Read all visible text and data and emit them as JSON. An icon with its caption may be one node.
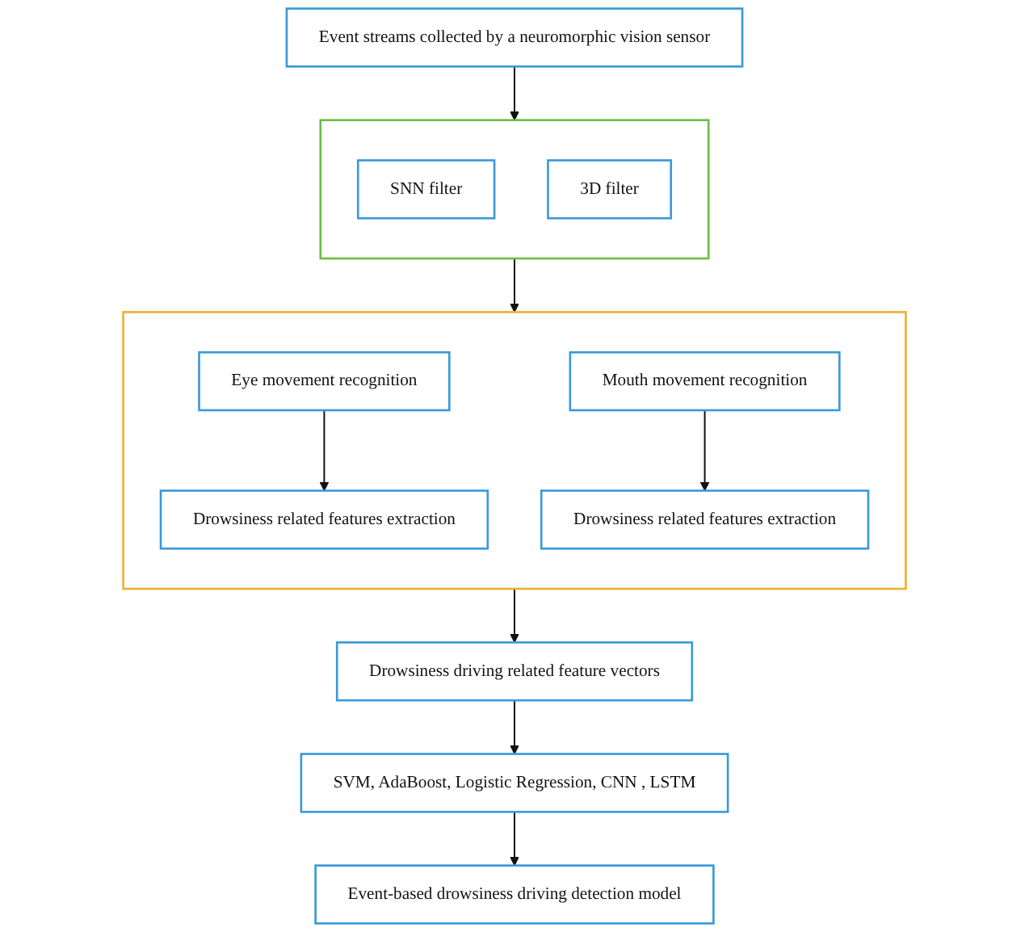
{
  "diagram": {
    "nodes": [
      {
        "text": [
          "Event streams collected by a neuromorphic vision sensor"
        ]
      },
      {
        "text": [],
        "shape": "box"
      },
      {
        "text": [
          "SNN filter"
        ],
        "in": 1
      },
      {
        "text": [
          "3D filter"
        ],
        "in": 1
      },
      {
        "text": [],
        "shape": "box"
      },
      {
        "text": [
          "Eye movement recognition"
        ],
        "in": 4
      },
      {
        "text": [
          "Drowsiness related features extraction"
        ],
        "in": 4
      },
      {
        "text": [
          "Mouth movement recognition"
        ],
        "in": 4
      },
      {
        "text": [
          "Drowsiness related features extraction"
        ],
        "in": 4
      },
      {
        "text": [
          "Drowsiness driving related feature vectors"
        ]
      },
      {
        "text": [
          "SVM, AdaBoost, Logistic Regression, CNN , LSTM"
        ]
      },
      {
        "text": [
          "Event-based drowsiness driving detection model"
        ]
      }
    ],
    "edges": [
      {
        "from": 0,
        "to": 1,
        "arrow": "to"
      },
      {
        "from": 1,
        "to": 4,
        "arrow": "to"
      },
      {
        "from": 5,
        "to": 6,
        "arrow": "to"
      },
      {
        "from": 7,
        "to": 8,
        "arrow": "to"
      },
      {
        "from": 4,
        "to": 9,
        "arrow": "to"
      },
      {
        "from": 9,
        "to": 10,
        "arrow": "to"
      },
      {
        "from": 10,
        "to": 11,
        "arrow": "to"
      }
    ]
  }
}
